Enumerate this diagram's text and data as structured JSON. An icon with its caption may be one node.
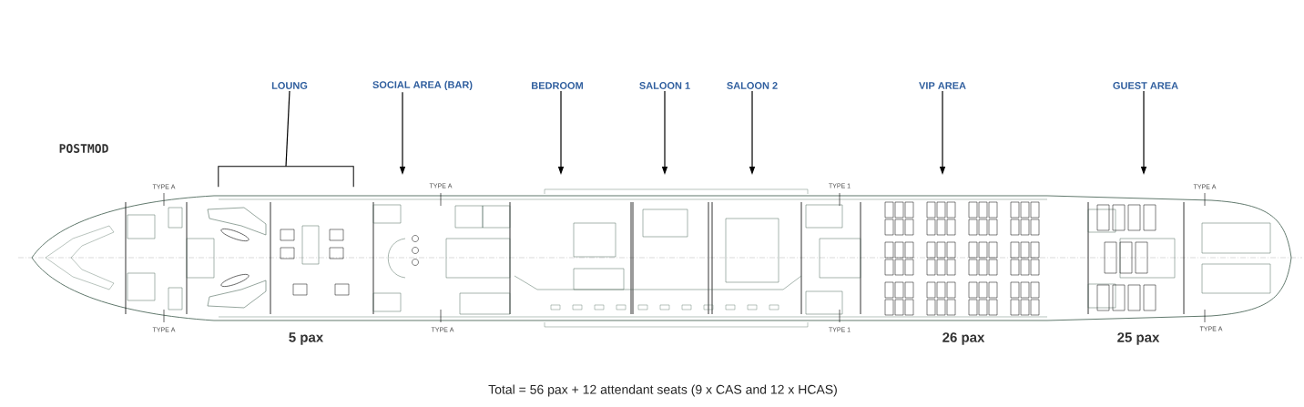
{
  "diagram": {
    "caption": "Total = 56 pax + 12 attendant seats (9 x CAS and 12 x HCAS)",
    "nodes": [
      {
        "text": [
          "LOUNG"
        ]
      },
      {
        "text": [
          "SOCIAL AREA (BAR)"
        ]
      },
      {
        "text": [
          "BEDROOM"
        ]
      },
      {
        "text": [
          "SALOON 1"
        ]
      },
      {
        "text": [
          "SALOON 2"
        ]
      },
      {
        "text": [
          "VIP AREA"
        ]
      },
      {
        "text": [
          "GUEST AREA"
        ]
      },
      {
        "text": [],
        "shape": "bracket"
      }
    ],
    "edges": [
      {
        "from": 0,
        "to": 7,
        "arrow": "none"
      },
      {
        "from": 1,
        "to": null,
        "arrow": "to"
      },
      {
        "from": 2,
        "to": null,
        "arrow": "to"
      },
      {
        "from": 3,
        "to": null,
        "arrow": "to"
      },
      {
        "from": 4,
        "to": null,
        "arrow": "to"
      },
      {
        "from": 5,
        "to": null,
        "arrow": "to"
      },
      {
        "from": 6,
        "to": null,
        "arrow": "to"
      }
    ],
    "labels": [
      "POSTMOD",
      "TYPE A",
      "TYPE A",
      "TYPE 1",
      "TYPE A",
      "TYPE A",
      "TYPE A",
      "TYPE 1",
      "TYPE A",
      "5 pax",
      "26 pax",
      "25 pax"
    ]
  }
}
